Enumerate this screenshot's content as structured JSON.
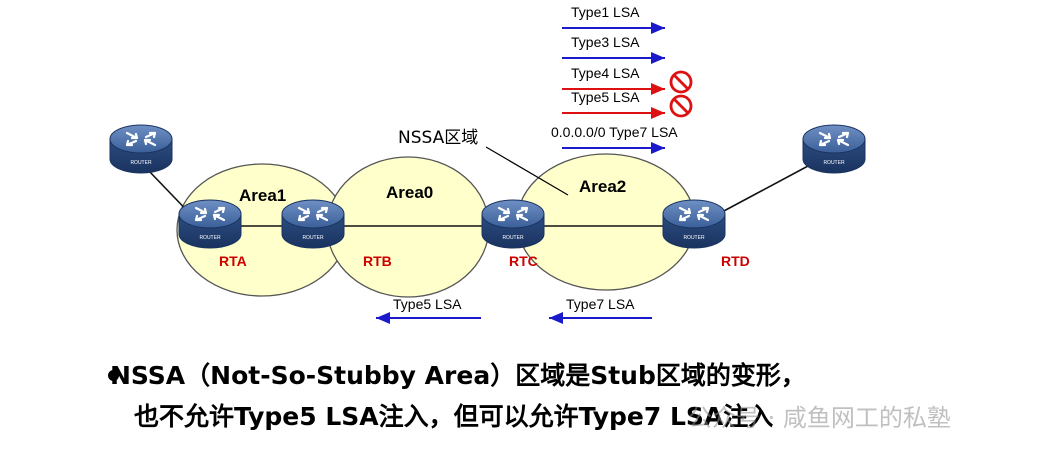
{
  "areas": [
    {
      "label": "Area1"
    },
    {
      "label": "Area0"
    },
    {
      "label": "Area2"
    }
  ],
  "routers": [
    {
      "label": ""
    },
    {
      "label": "RTA"
    },
    {
      "label": "RTB"
    },
    {
      "label": "RTC"
    },
    {
      "label": "RTD"
    },
    {
      "label": ""
    }
  ],
  "router_icon_text": "ROUTER",
  "nssa_label": "NSSA区域",
  "lsa_top": [
    {
      "label": "Type1 LSA",
      "color": "#1a1acc",
      "blocked": false
    },
    {
      "label": "Type3 LSA",
      "color": "#1a1acc",
      "blocked": false
    },
    {
      "label": "Type4 LSA",
      "color": "#dd1111",
      "blocked": true
    },
    {
      "label": "Type5 LSA",
      "color": "#dd1111",
      "blocked": true
    },
    {
      "label": "0.0.0.0/0 Type7 LSA",
      "color": "#1a1acc",
      "blocked": false
    }
  ],
  "lsa_bottom": [
    {
      "label": "Type5 LSA",
      "color": "#1a1acc"
    },
    {
      "label": "Type7 LSA",
      "color": "#1a1acc"
    }
  ],
  "caption": {
    "line1": "NSSA（Not-So-Stubby  Area）区域是Stub区域的变形，",
    "line2": "也不允许Type5 LSA注入，但可以允许Type7 LSA注入"
  },
  "watermark": "公众号 · 咸鱼网工的私塾",
  "colors": {
    "area_fill": "#ffffcc",
    "router_label": "#cc0000",
    "router_body": "#2a4f86"
  }
}
